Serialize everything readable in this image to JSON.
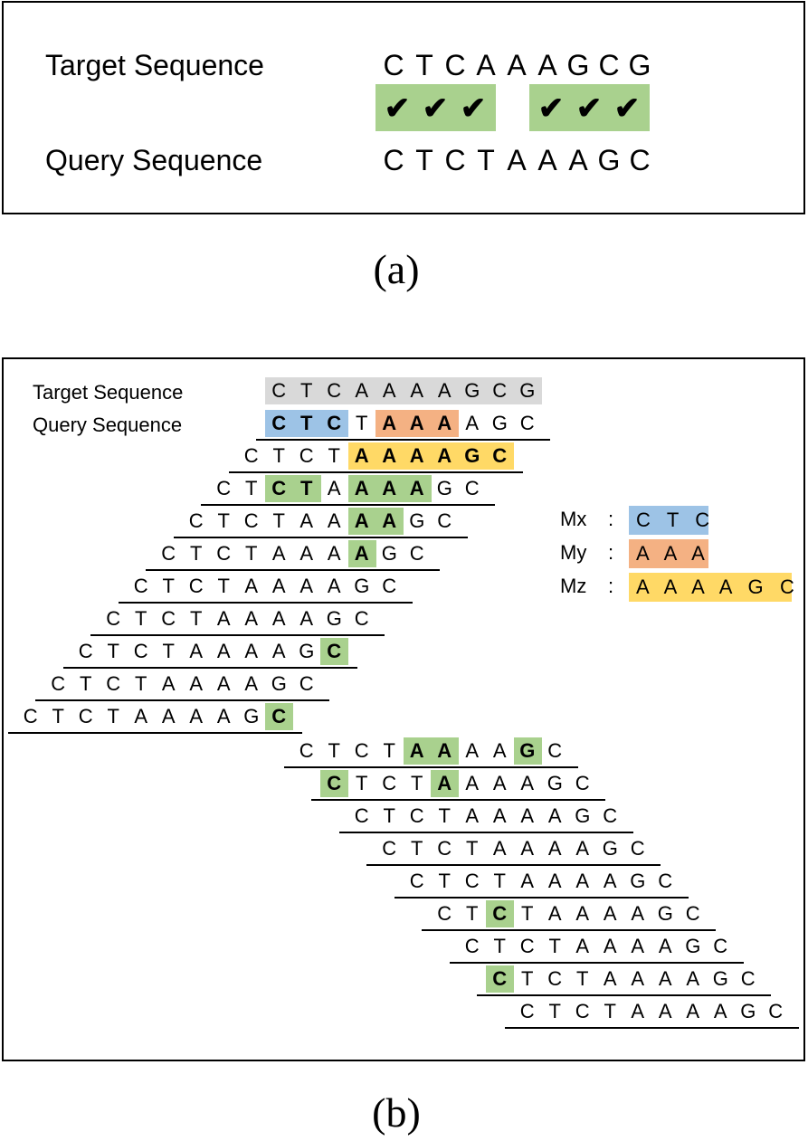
{
  "panel_a": {
    "target_label": "Target Sequence",
    "query_label": "Query Sequence",
    "target_sequence": [
      "C",
      "T",
      "C",
      "A",
      "A",
      "A",
      "G",
      "C",
      "G"
    ],
    "query_sequence": [
      "C",
      "T",
      "C",
      "T",
      "A",
      "A",
      "A",
      "G",
      "C"
    ],
    "check_symbol": "✔",
    "check_groups": [
      3,
      3
    ],
    "caption": "(a)"
  },
  "panel_b": {
    "target_label": "Target Sequence",
    "query_label": "Query Sequence",
    "target_sequence": "CTCAAAAGCG",
    "query_sequence": "CTCTAAAAGC",
    "colors": {
      "gray": "#d9d9d9",
      "blue": "#9dc3e6",
      "orange": "#f4b183",
      "yellow": "#ffd966",
      "green": "#a9d18e"
    },
    "query_highlights": [
      {
        "cells": [
          0,
          1,
          2
        ],
        "color": "blue"
      },
      {
        "cells": [
          4,
          5,
          6
        ],
        "color": "orange"
      }
    ],
    "shifted_rows": [
      {
        "offset": -1,
        "green": [],
        "yellow": [
          4,
          5,
          6,
          7,
          8,
          9
        ]
      },
      {
        "offset": -2,
        "green": [
          2,
          3,
          5,
          6,
          7
        ],
        "yellow": []
      },
      {
        "offset": -3,
        "green": [
          6,
          7
        ],
        "yellow": []
      },
      {
        "offset": -4,
        "green": [
          7
        ],
        "yellow": []
      },
      {
        "offset": -5,
        "green": [],
        "yellow": []
      },
      {
        "offset": -6,
        "green": [],
        "yellow": []
      },
      {
        "offset": -7,
        "green": [
          9
        ],
        "yellow": []
      },
      {
        "offset": -8,
        "green": [],
        "yellow": []
      },
      {
        "offset": -9,
        "green": [
          9
        ],
        "yellow": []
      },
      {
        "offset": 1,
        "green": [
          4,
          5,
          8
        ],
        "yellow": []
      },
      {
        "offset": 2,
        "green": [
          0,
          4
        ],
        "yellow": []
      },
      {
        "offset": 3,
        "green": [],
        "yellow": []
      },
      {
        "offset": 4,
        "green": [],
        "yellow": []
      },
      {
        "offset": 5,
        "green": [],
        "yellow": []
      },
      {
        "offset": 6,
        "green": [
          2
        ],
        "yellow": []
      },
      {
        "offset": 7,
        "green": [],
        "yellow": []
      },
      {
        "offset": 8,
        "green": [
          0
        ],
        "yellow": []
      },
      {
        "offset": 9,
        "green": [],
        "yellow": []
      }
    ],
    "legend": [
      {
        "name": "Mx",
        "colon": ":",
        "value": "C T C",
        "color": "blue"
      },
      {
        "name": "My",
        "colon": ":",
        "value": "A A A",
        "color": "orange"
      },
      {
        "name": "Mz",
        "colon": ":",
        "value": "A A A A G C",
        "color": "yellow"
      }
    ],
    "caption": "(b)"
  }
}
